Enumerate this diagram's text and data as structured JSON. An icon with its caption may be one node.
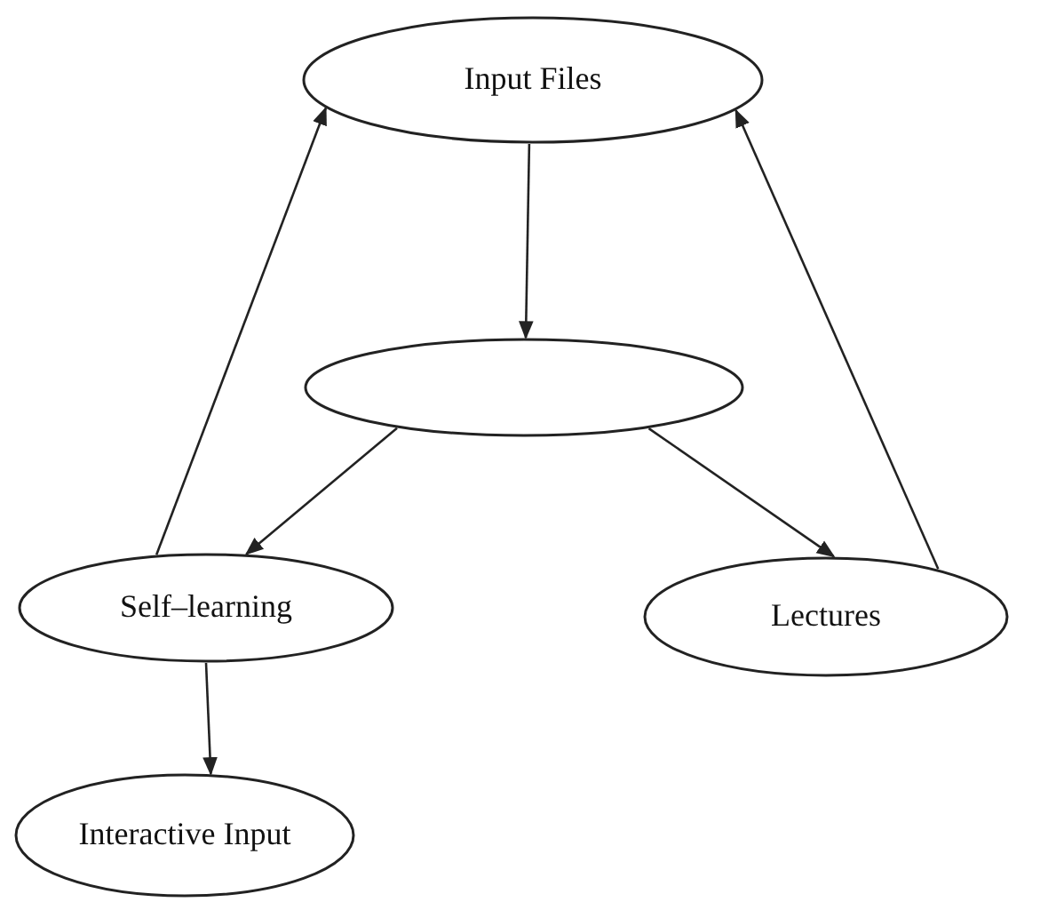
{
  "diagram": {
    "nodes": [
      {
        "text": [
          "Input Files"
        ]
      },
      {
        "text": [],
        "shape": "ellipse"
      },
      {
        "text": [
          "Self–learning"
        ]
      },
      {
        "text": [
          "Lectures"
        ]
      },
      {
        "text": [
          "Interactive Input"
        ]
      }
    ],
    "edges": [
      {
        "from": 0,
        "to": 1,
        "arrow": "to"
      },
      {
        "from": 1,
        "to": 2,
        "arrow": "to"
      },
      {
        "from": 1,
        "to": 3,
        "arrow": "to"
      },
      {
        "from": 2,
        "to": 4,
        "arrow": "to"
      },
      {
        "from": 2,
        "to": 0,
        "arrow": "to"
      },
      {
        "from": 3,
        "to": 0,
        "arrow": "to"
      }
    ]
  }
}
